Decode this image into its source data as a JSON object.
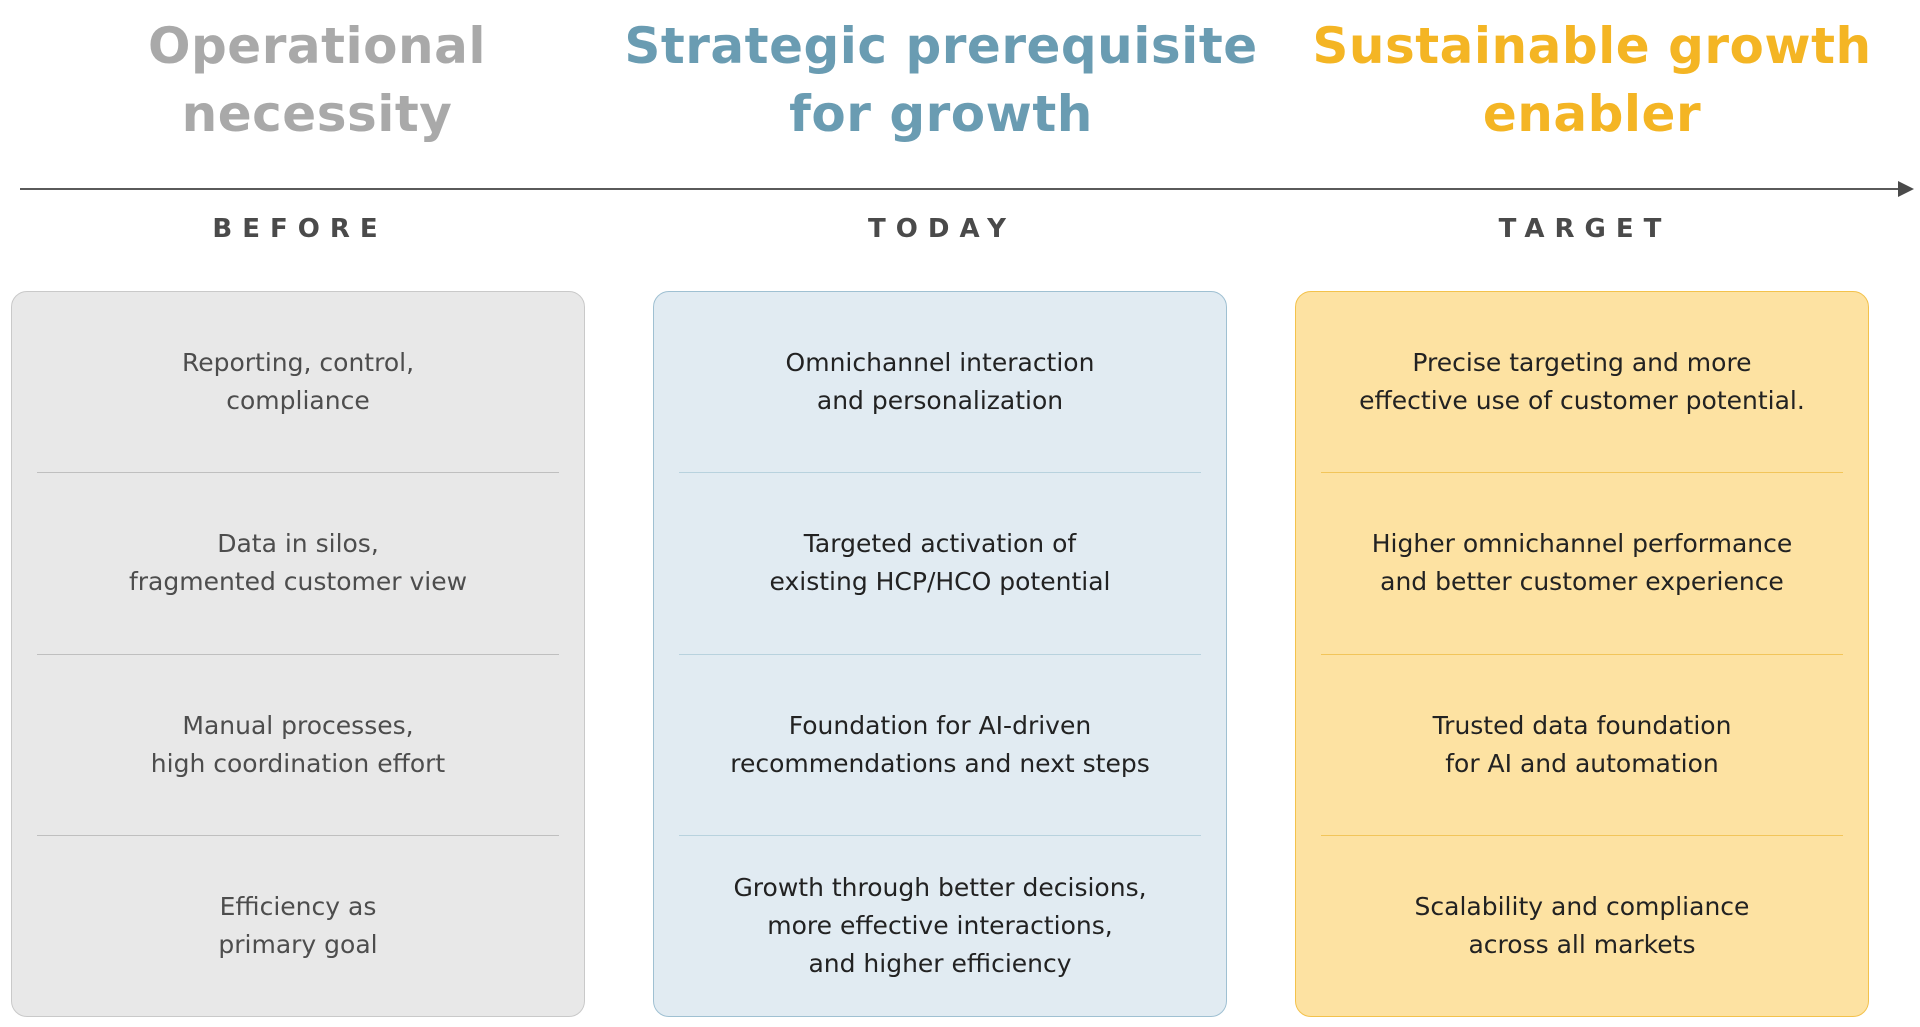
{
  "columns": [
    {
      "title": "Operational\nnecessity",
      "stage": "BEFORE",
      "color": "#a9a9a9",
      "items": [
        "Reporting, control,\ncompliance",
        "Data in silos,\nfragmented customer view",
        "Manual processes,\nhigh coordination effort",
        "Efficiency as\nprimary goal"
      ]
    },
    {
      "title": "Strategic prerequisite\nfor growth",
      "stage": "TODAY",
      "color": "#6a9cb2",
      "items": [
        "Omnichannel interaction\nand personalization",
        "Targeted activation of\nexisting HCP/HCO potential",
        "Foundation for AI-driven\nrecommendations and next steps",
        "Growth through better decisions,\nmore effective interactions,\nand higher efficiency"
      ]
    },
    {
      "title": "Sustainable growth\nenabler",
      "stage": "TARGET",
      "color": "#f4b524",
      "items": [
        "Precise targeting and more\neffective use of customer potential.",
        "Higher omnichannel performance\nand better customer experience",
        "Trusted data foundation\nfor AI and automation",
        "Scalability and compliance\nacross all markets"
      ]
    }
  ]
}
